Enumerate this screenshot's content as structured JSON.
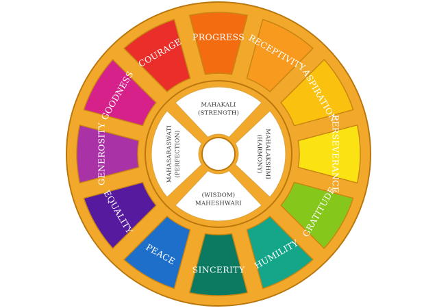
{
  "wheel": {
    "outer_ring_color": "#f2a92b",
    "ring_stroke_color": "#b9770e",
    "petals": [
      {
        "label": "PROGRESS",
        "color": "#f36d10"
      },
      {
        "label": "RECEPTIVITY",
        "color": "#f79a1d"
      },
      {
        "label": "ASPIRATION",
        "color": "#fbc10f"
      },
      {
        "label": "PERSEVERANCE",
        "color": "#fbe313"
      },
      {
        "label": "GRATITUDE",
        "color": "#86c71c"
      },
      {
        "label": "HUMILITY",
        "color": "#15a68a"
      },
      {
        "label": "SINCERITY",
        "color": "#0b7a61"
      },
      {
        "label": "PEACE",
        "color": "#1e6fc9"
      },
      {
        "label": "EQUALITY",
        "color": "#561a9f"
      },
      {
        "label": "GENEROSITY",
        "color": "#a933a6"
      },
      {
        "label": "GOODNESS",
        "color": "#d7218a"
      },
      {
        "label": "COURAGE",
        "color": "#ea2f2a"
      }
    ],
    "powers": {
      "top": {
        "name": "MAHAKALI",
        "quality": "(STRENGTH)"
      },
      "right": {
        "name": "MAHALAKSHMI",
        "quality": "(HARMONY)"
      },
      "bottom": {
        "name": "MAHESHWARI",
        "quality": "(WISDOM)"
      },
      "left": {
        "name": "MAHASARASWATI",
        "quality": "(PERFECTION)"
      }
    }
  }
}
